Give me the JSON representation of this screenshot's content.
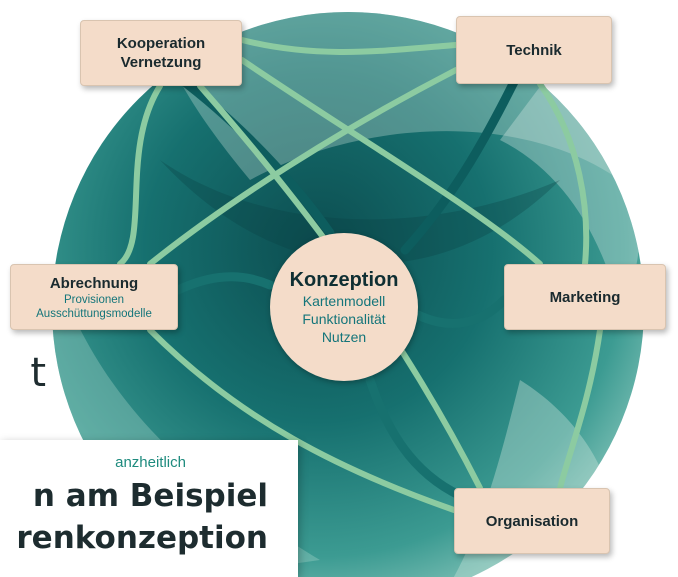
{
  "diagram": {
    "center": {
      "title": "Konzeption",
      "lines": [
        "Kartenmodell",
        "Funktionalität",
        "Nutzen"
      ]
    },
    "nodes": {
      "kooperation": {
        "title": "Kooperation",
        "sub": "Vernetzung"
      },
      "technik": {
        "title": "Technik"
      },
      "abrechnung": {
        "title": "Abrechnung",
        "subs": [
          "Provisionen",
          "Ausschüttungsmodelle"
        ]
      },
      "marketing": {
        "title": "Marketing"
      },
      "organisation": {
        "title": "Organisation"
      }
    }
  },
  "background_text": {
    "cut_letter": "t",
    "kicker": "anzheitlich",
    "headline_line1": "n am Beispiel",
    "headline_line2": "renkonzeption"
  },
  "colors": {
    "box_fill": "#f4dcc9",
    "dark_teal": "#0d5d5e",
    "mid_teal": "#1e7b7a",
    "light_green_line": "#8ccba1",
    "accent_text": "#14757a"
  }
}
